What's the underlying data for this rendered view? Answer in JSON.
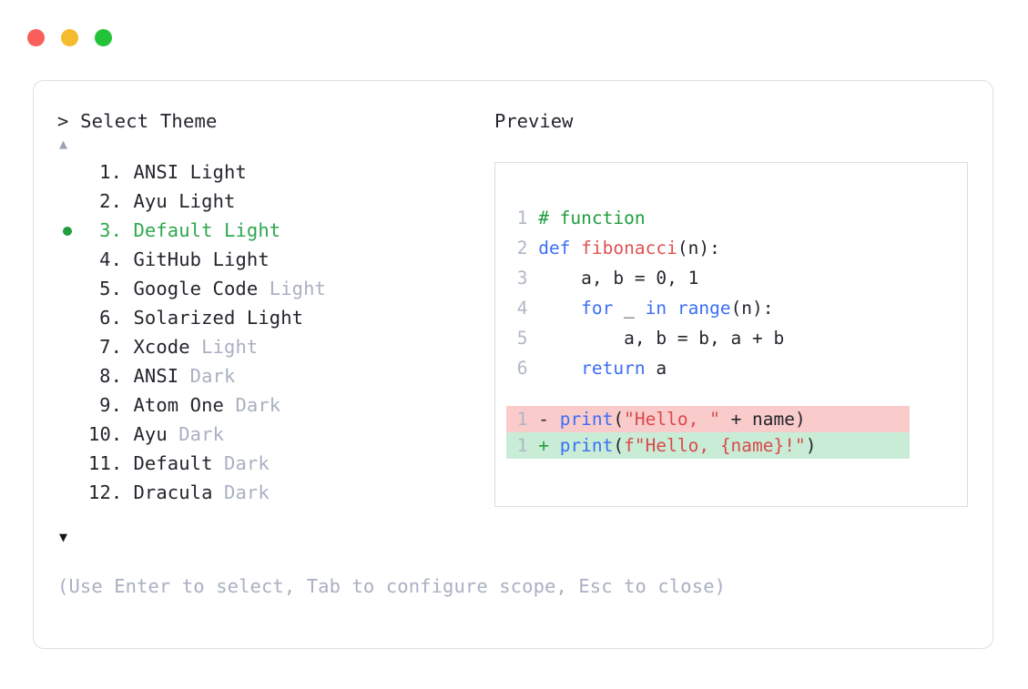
{
  "window": {
    "buttons": [
      {
        "name": "close",
        "color": "#f9605b"
      },
      {
        "name": "minimize",
        "color": "#f6bb2c"
      },
      {
        "name": "maximize",
        "color": "#23c337"
      }
    ]
  },
  "left": {
    "prompt": "> Select Theme",
    "scroll_up": "▲",
    "scroll_down": "▼",
    "items": [
      {
        "index": "1.",
        "name": "ANSI",
        "variant": "Light",
        "variant_dim": false,
        "selected": false
      },
      {
        "index": "2.",
        "name": "Ayu",
        "variant": "Light",
        "variant_dim": false,
        "selected": false
      },
      {
        "index": "3.",
        "name": "Default",
        "variant": "Light",
        "variant_dim": false,
        "selected": true
      },
      {
        "index": "4.",
        "name": "GitHub",
        "variant": "Light",
        "variant_dim": false,
        "selected": false
      },
      {
        "index": "5.",
        "name": "Google Code",
        "variant": "Light",
        "variant_dim": true,
        "selected": false
      },
      {
        "index": "6.",
        "name": "Solarized",
        "variant": "Light",
        "variant_dim": false,
        "selected": false
      },
      {
        "index": "7.",
        "name": "Xcode",
        "variant": "Light",
        "variant_dim": true,
        "selected": false
      },
      {
        "index": "8.",
        "name": "ANSI",
        "variant": "Dark",
        "variant_dim": true,
        "selected": false
      },
      {
        "index": "9.",
        "name": "Atom One",
        "variant": "Dark",
        "variant_dim": true,
        "selected": false
      },
      {
        "index": "10.",
        "name": "Ayu",
        "variant": "Dark",
        "variant_dim": true,
        "selected": false
      },
      {
        "index": "11.",
        "name": "Default",
        "variant": "Dark",
        "variant_dim": true,
        "selected": false
      },
      {
        "index": "12.",
        "name": "Dracula",
        "variant": "Dark",
        "variant_dim": true,
        "selected": false
      }
    ],
    "hint": "(Use Enter to select, Tab to configure scope, Esc to close)"
  },
  "right": {
    "preview_label": "Preview",
    "code_lines": [
      {
        "no": "1",
        "tokens": [
          {
            "t": "# function",
            "c": "comment"
          }
        ]
      },
      {
        "no": "2",
        "tokens": [
          {
            "t": "def ",
            "c": "keyword"
          },
          {
            "t": "fibonacci",
            "c": "fname"
          },
          {
            "t": "(n):",
            "c": "plain"
          }
        ]
      },
      {
        "no": "3",
        "tokens": [
          {
            "t": "    a, b = 0, 1",
            "c": "plain"
          }
        ]
      },
      {
        "no": "4",
        "tokens": [
          {
            "t": "    ",
            "c": "plain"
          },
          {
            "t": "for ",
            "c": "keyword"
          },
          {
            "t": "_ ",
            "c": "plain"
          },
          {
            "t": "in ",
            "c": "keyword"
          },
          {
            "t": "range",
            "c": "builtin"
          },
          {
            "t": "(n):",
            "c": "plain"
          }
        ]
      },
      {
        "no": "5",
        "tokens": [
          {
            "t": "        a, b = b, a + b",
            "c": "plain"
          }
        ]
      },
      {
        "no": "6",
        "tokens": [
          {
            "t": "    ",
            "c": "plain"
          },
          {
            "t": "return ",
            "c": "keyword"
          },
          {
            "t": "a",
            "c": "plain"
          }
        ]
      }
    ],
    "diff_lines": [
      {
        "no": "1",
        "sign": "-",
        "kind": "del",
        "tokens": [
          {
            "t": "print",
            "c": "builtin"
          },
          {
            "t": "(",
            "c": "plain"
          },
          {
            "t": "\"Hello, \"",
            "c": "string"
          },
          {
            "t": " + name)",
            "c": "plain"
          }
        ]
      },
      {
        "no": "1",
        "sign": "+",
        "kind": "add",
        "tokens": [
          {
            "t": "print",
            "c": "builtin"
          },
          {
            "t": "(",
            "c": "plain"
          },
          {
            "t": "f\"Hello, {name}!\"",
            "c": "string"
          },
          {
            "t": ")",
            "c": "plain"
          }
        ]
      }
    ]
  },
  "colors": {
    "accent_green": "#2fa84f",
    "dim_text": "#a9b0c2",
    "text": "#24262d",
    "keyword": "#3b6ef5",
    "function": "#e05252",
    "comment": "#1f9e3e",
    "string": "#d94a4a",
    "diff_del_bg": "#f9cbcb",
    "diff_add_bg": "#c9ecd6",
    "border": "#dcdfe6"
  }
}
